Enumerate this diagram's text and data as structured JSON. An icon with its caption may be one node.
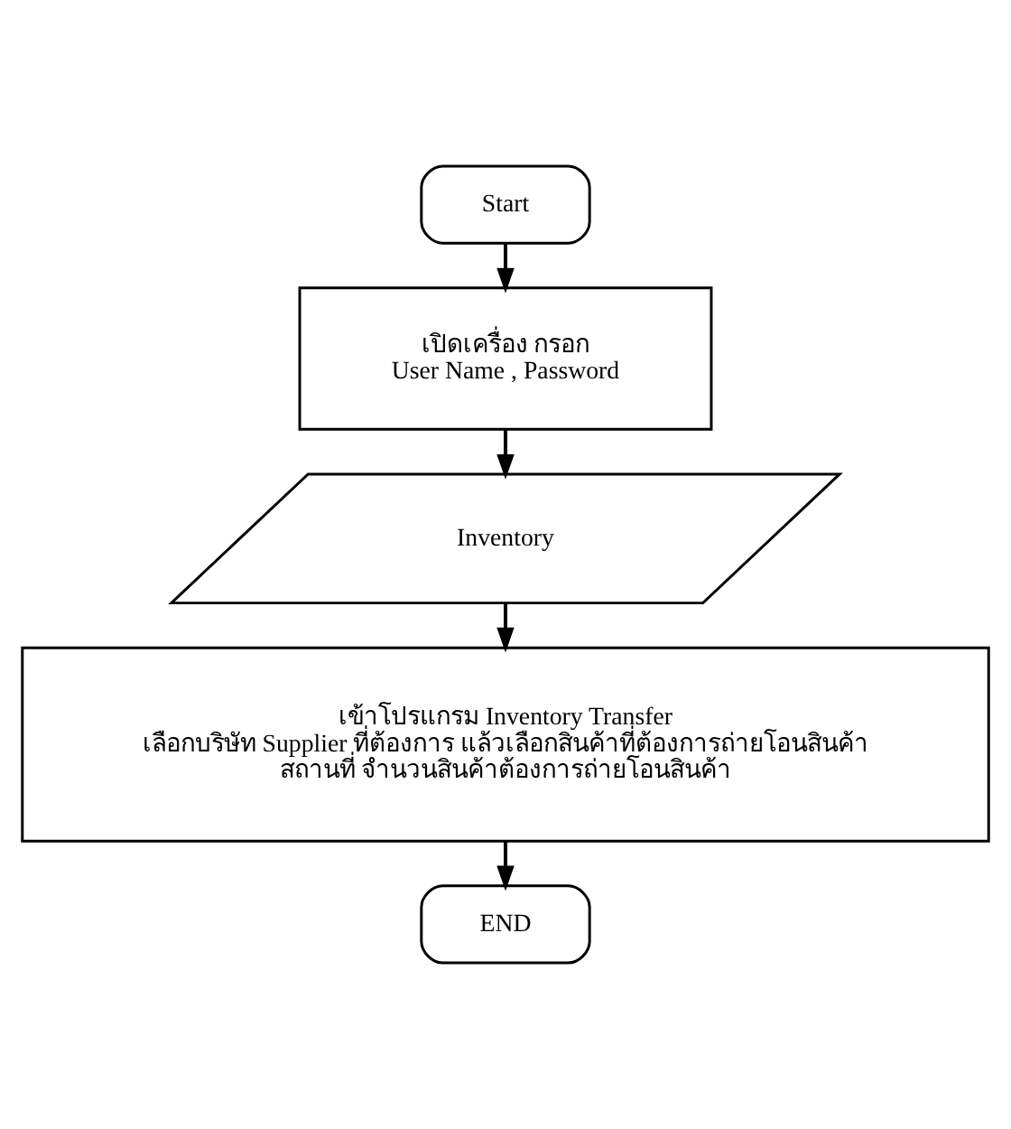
{
  "diagram": {
    "nodes": [
      {
        "text": [
          "Start"
        ]
      },
      {
        "text": [
          "เปิดเครื่อง กรอก",
          "User Name , Password"
        ]
      },
      {
        "text": [
          "Inventory"
        ]
      },
      {
        "text": [
          "เข้าโปรแกรม Inventory Transfer",
          "เลือกบริษัท Supplier ที่ต้องการ แล้วเลือกสินค้าที่ต้องการถ่ายโอนสินค้า สถานที่ จำนวนสินค้าต้องการถ่ายโอนสินค้า"
        ]
      },
      {
        "text": [
          "END"
        ]
      }
    ],
    "edges": [
      {
        "from": 0,
        "to": 1,
        "arrow": "to"
      },
      {
        "from": 1,
        "to": 2,
        "arrow": "to"
      },
      {
        "from": 2,
        "to": 3,
        "arrow": "to"
      },
      {
        "from": 3,
        "to": 4,
        "arrow": "to"
      }
    ]
  }
}
